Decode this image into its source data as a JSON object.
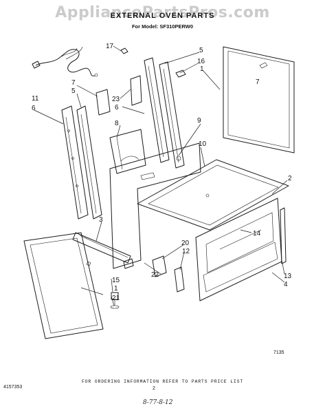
{
  "watermark": "AppliancePartsPros.com",
  "title": "EXTERNAL OVEN PARTS",
  "model_line": "For Model: SF310PERW0",
  "footer_note": "FOR ORDERING INFORMATION REFER TO PARTS PRICE LIST",
  "doc_number": "4157353",
  "page_number": "2",
  "handwritten_note": "8-77-8-12",
  "figure_code": "7135",
  "callouts": [
    "17",
    "5",
    "16",
    "1",
    "7",
    "5",
    "11",
    "6",
    "23",
    "6",
    "8",
    "9",
    "10",
    "3",
    "2",
    "14",
    "20",
    "12",
    "22",
    "15",
    "1",
    "21",
    "13",
    "4",
    "7"
  ],
  "colors": {
    "ink": "#1a1a1a",
    "watermark": "#a0a0a0",
    "background": "#ffffff"
  }
}
